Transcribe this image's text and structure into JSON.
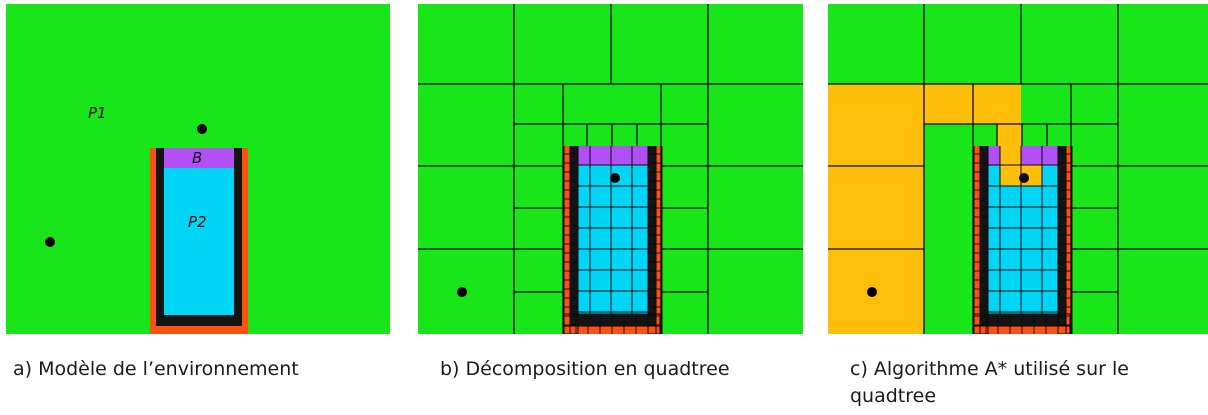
{
  "colors": {
    "free_space": "#19e619",
    "pool_water": "#00d5f5",
    "beach_zone": "#b350f5",
    "obstacle_outer": "#ff4f12",
    "obstacle_wall": "#141414",
    "path_cells": "#ffbe0a",
    "grid_line": "#0a0a0a"
  },
  "panels": [
    {
      "caption": "a) Modèle de l’environnement",
      "labels": {
        "p1": "P1",
        "p2": "P2",
        "b": "B"
      }
    },
    {
      "caption": "b) Décomposition en quadtree"
    },
    {
      "caption": "c) Algorithme A* utilisé sur le quadtree"
    }
  ]
}
